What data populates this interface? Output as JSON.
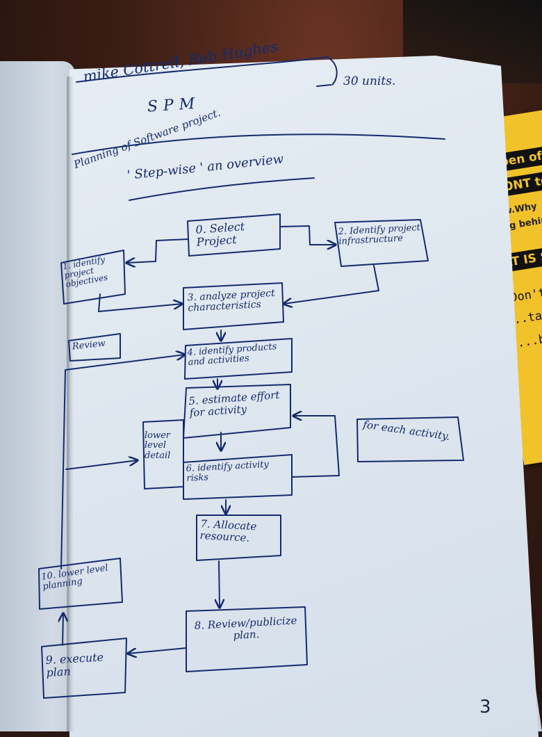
{
  "photo": {
    "subject": "handwritten notebook page",
    "ink_color": "#142a6e",
    "paper_color": "#e3eaf1"
  },
  "header": {
    "authors": "mike Cottrell, Bob Hughes",
    "subject": "SPM",
    "units": "30 units."
  },
  "notes": {
    "topic": "Planning of Software project.",
    "subtitle": "' Step-wise '   an overview"
  },
  "flowchart": {
    "steps": {
      "s0": "0. Select Project",
      "s1": "1. identify project objectives",
      "s2": "2. Identify project infrastructure",
      "s3": "3. analyze project characteristics",
      "s4": "4. identify products and activities",
      "s5": "5. estimate effort for activity",
      "s6": "6. identify activity risks",
      "s7": "7. Allocate resource.",
      "s8": "8. Review/publicize plan.",
      "s9": "9. execute plan",
      "s10": "10. lower level planning"
    },
    "side_notes": {
      "review": "Review",
      "lower_level_detail": "lower level detail",
      "for_each_activity": "for each activity."
    }
  },
  "page_number": "3",
  "booklet": {
    "band1": "d pen  of",
    "band2": "MONT to  S",
    "line1": "now.Why",
    "line2": "ging behind?",
    "band3": "AT IS S",
    "text1": "Don't",
    "text2": "..tal",
    "text3": "...b"
  }
}
